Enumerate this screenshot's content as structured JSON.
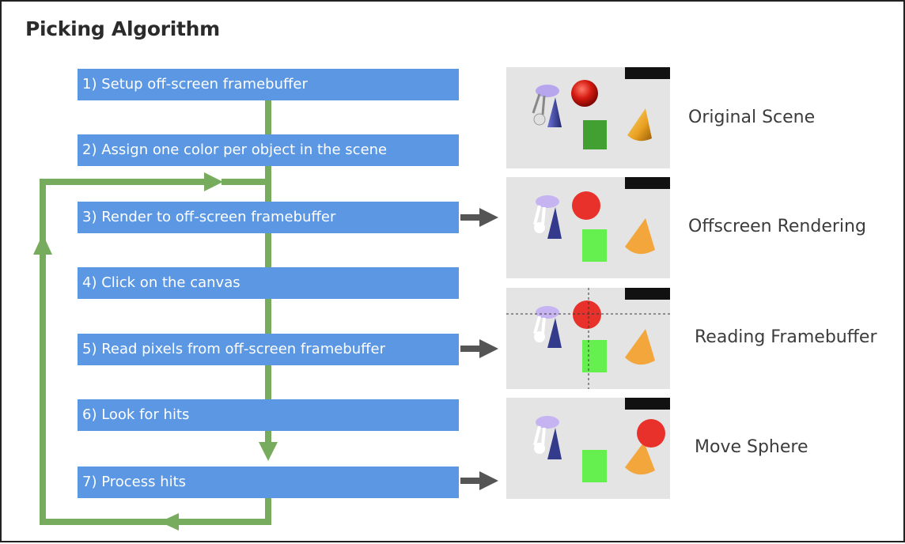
{
  "title": "Picking Algorithm",
  "steps": [
    "1) Setup off-screen framebuffer",
    "2) Assign one color per object in the scene",
    "3) Render to off-screen framebuffer",
    "4) Click on the canvas",
    "5) Read pixels from off-screen framebuffer",
    "6) Look for hits",
    "7) Process hits"
  ],
  "scenes": [
    "Original Scene",
    "Offscreen Rendering",
    "Reading Framebuffer",
    "Move Sphere"
  ],
  "colors": {
    "step_fill": "#5b97e3",
    "flow_arrow": "#77ab5e",
    "output_arrow": "#555555",
    "sphere_red": "#e8312a",
    "box_green": "#66f04f",
    "cone_orange": "#f2a63b",
    "disk_lilac": "#c6b4f2",
    "cone_navy": "#343a8c"
  }
}
